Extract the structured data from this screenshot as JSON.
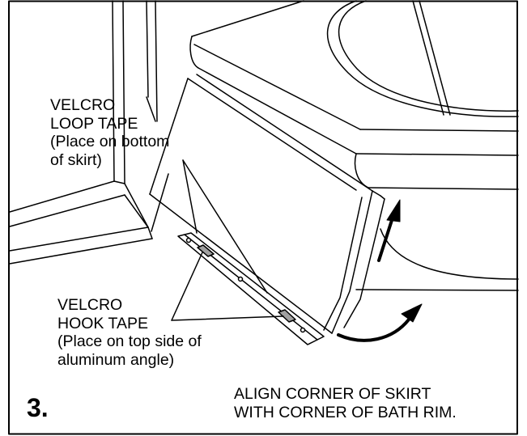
{
  "figure": {
    "step_number": "3.",
    "instruction": {
      "line1": "ALIGN CORNER OF SKIRT",
      "line2": "WITH CORNER OF BATH RIM."
    },
    "callouts": {
      "loop_tape": {
        "line1": "VELCRO",
        "line2": "LOOP TAPE",
        "line3": "(Place on bottom",
        "line4": "of skirt)"
      },
      "hook_tape": {
        "line1": "VELCRO",
        "line2": "HOOK TAPE",
        "line3": "(Place on top side of",
        "line4": "aluminum angle)"
      }
    },
    "colors": {
      "line": "#000000",
      "background": "#ffffff",
      "tape": "#a0a0a0"
    }
  }
}
